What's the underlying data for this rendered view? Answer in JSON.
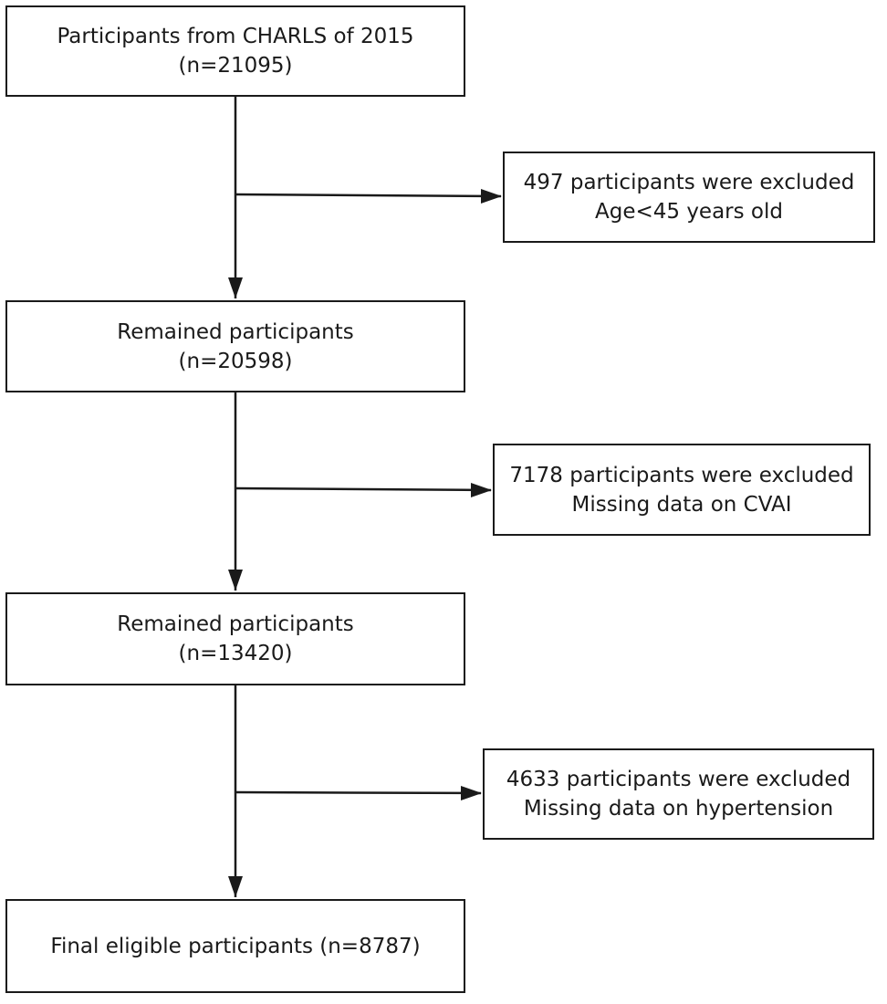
{
  "flowchart": {
    "start": {
      "line1": "Participants from CHARLS of 2015",
      "line2": "(n=21095)"
    },
    "exclusion_1": {
      "line1": "497 participants were excluded",
      "line2": "Age<45 years old"
    },
    "remained_1": {
      "line1": "Remained participants",
      "line2": "(n=20598)"
    },
    "exclusion_2": {
      "line1": "7178 participants were excluded",
      "line2": "Missing data on CVAI"
    },
    "remained_2": {
      "line1": "Remained participants",
      "line2": "(n=13420)"
    },
    "exclusion_3": {
      "line1": "4633 participants were excluded",
      "line2": "Missing data on hypertension"
    },
    "final": {
      "line1": "Final eligible participants (n=8787)"
    }
  },
  "colors": {
    "line": "#1a1a1a",
    "box_border": "#1a1a1a",
    "background": "#ffffff"
  }
}
